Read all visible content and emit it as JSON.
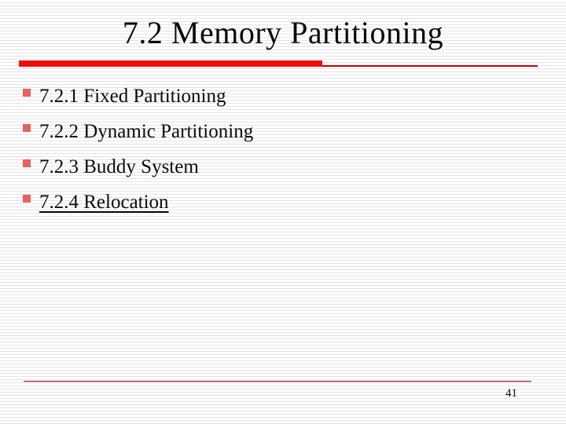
{
  "slide": {
    "title": "7.2 Memory Partitioning",
    "bullets": [
      {
        "label": "7.2.1 Fixed Partitioning",
        "underlined": false
      },
      {
        "label": "7.2.2 Dynamic Partitioning",
        "underlined": false
      },
      {
        "label": "7.2.3 Buddy System",
        "underlined": false
      },
      {
        "label": "7.2.4 Relocation",
        "underlined": true
      }
    ],
    "page_number": "41",
    "colors": {
      "accent_bar": "#ee0d0d",
      "accent_line": "#c00000",
      "bullet": "#e86161",
      "footer_line": "#8b2232",
      "stripe": "#e4e4e4"
    }
  }
}
